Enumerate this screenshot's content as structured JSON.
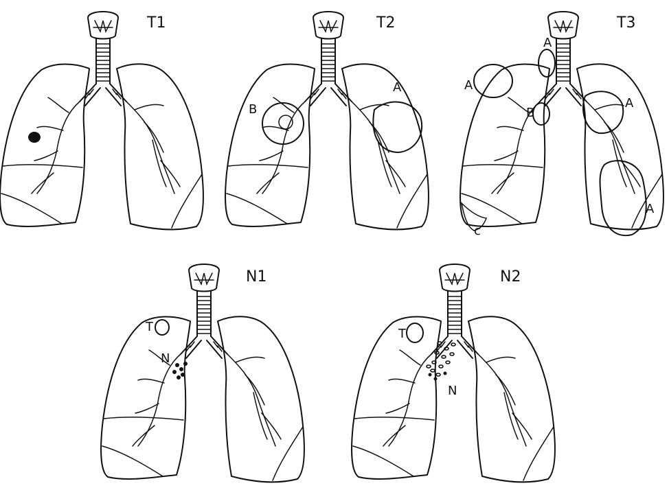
{
  "panels": [
    {
      "id": "t1",
      "title": "T1",
      "labels": []
    },
    {
      "id": "t2",
      "title": "T2",
      "labels": [
        "B",
        "A"
      ]
    },
    {
      "id": "t3",
      "title": "T3",
      "labels": [
        "A",
        "A",
        "B",
        "A",
        "A",
        "c"
      ]
    },
    {
      "id": "n1",
      "title": "N1",
      "labels": [
        "T",
        "N"
      ]
    },
    {
      "id": "n2",
      "title": "N2",
      "labels": [
        "T",
        "N"
      ]
    }
  ]
}
